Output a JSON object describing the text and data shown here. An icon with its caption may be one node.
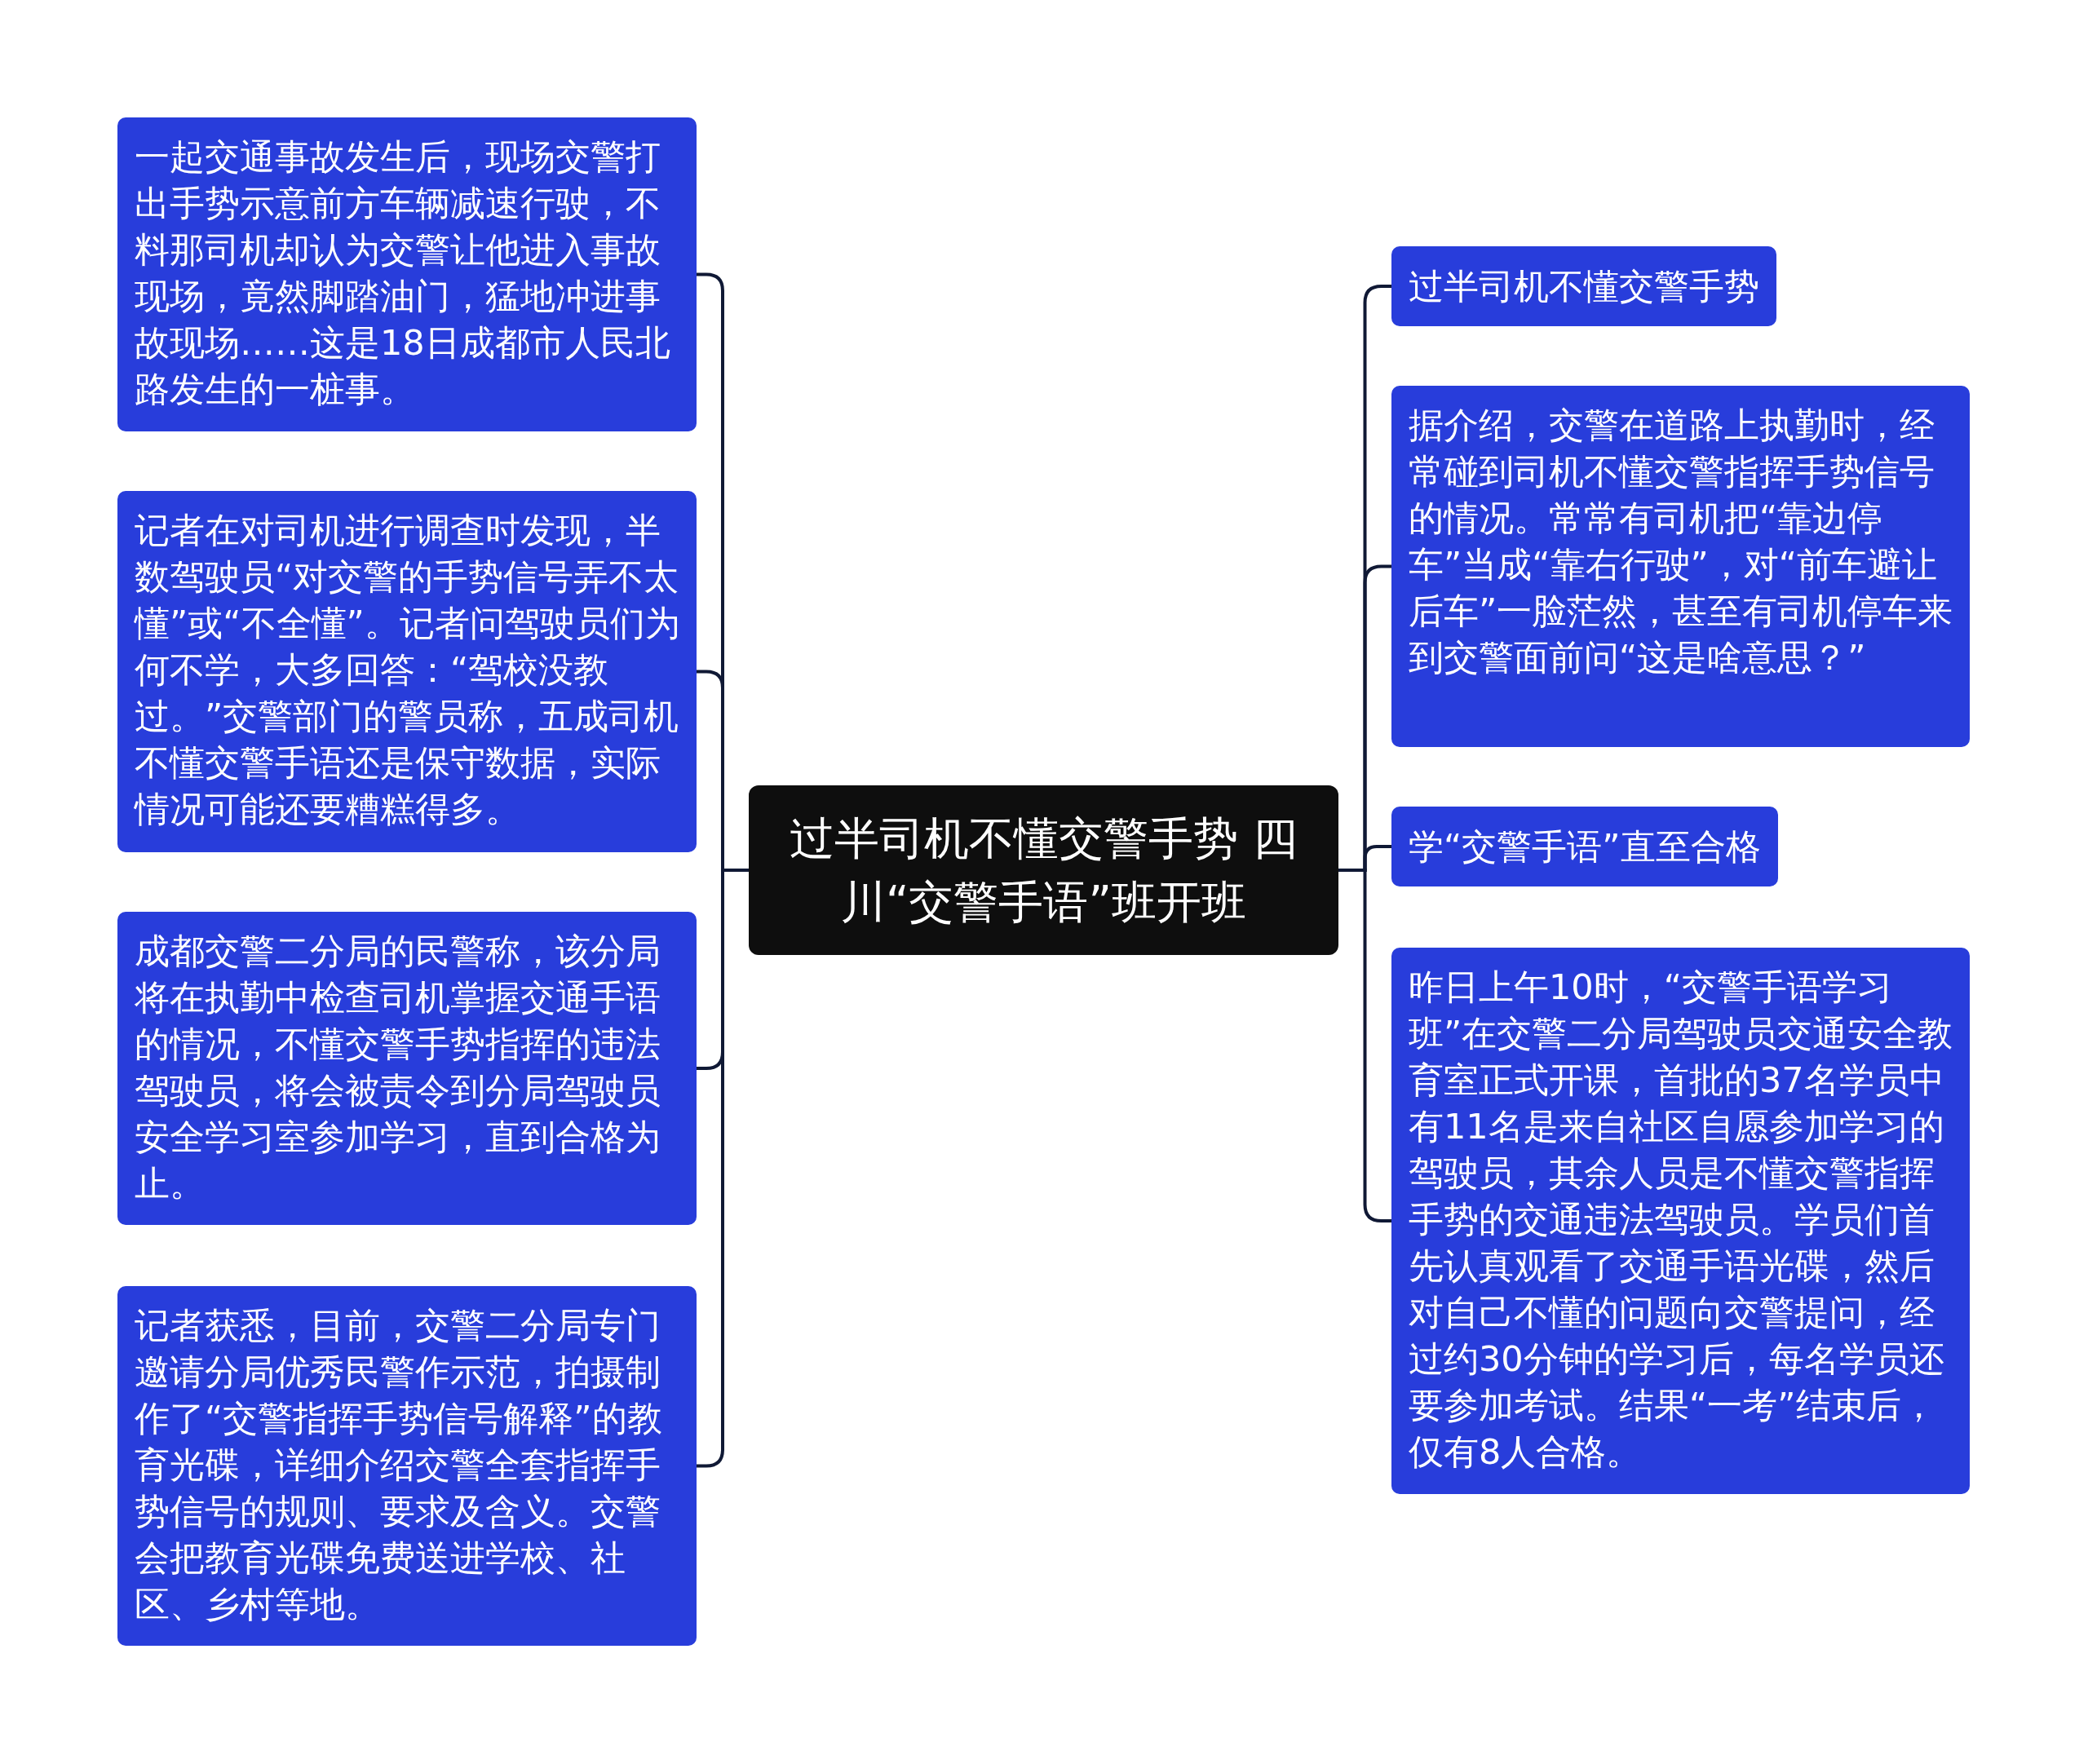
{
  "diagram": {
    "nodes": [
      {
        "text": [
          "过半司机不懂交警手势 四川“交警手语”班开班"
        ]
      },
      {
        "text": [
          "一起交通事故发生后，现场交警打出手势示意前方车辆减速行驶，不料那司机却认为交警让他进入事故现场，竟然脚踏油门，猛地冲进事故现场……这是18日成都市人民北路发生的一桩事。"
        ]
      },
      {
        "text": [
          "记者在对司机进行调查时发现，半数驾驶员“对交警的手势信号弄不太懂”或“不全懂”。记者问驾驶员们为何不学，大多回答：“驾校没教过。”交警部门的警员称，五成司机不懂交警手语还是保守数据，实际情况可能还要糟糕得多。"
        ]
      },
      {
        "text": [
          "成都交警二分局的民警称，该分局将在执勤中检查司机掌握交通手语的情况，不懂交警手势指挥的违法驾驶员，将会被责令到分局驾驶员安全学习室参加学习，直到合格为止。"
        ]
      },
      {
        "text": [
          "记者获悉，目前，交警二分局专门邀请分局优秀民警作示范，拍摄制作了“交警指挥手势信号解释”的教育光碟，详细介绍交警全套指挥手势信号的规则、要求及含义。交警会把教育光碟免费送进学校、社区、乡村等地。"
        ]
      },
      {
        "text": [
          "过半司机不懂交警手势"
        ]
      },
      {
        "text": [
          "据介绍，交警在道路上执勤时，经常碰到司机不懂交警指挥手势信号的情况。常常有司机把“靠边停车”当成“靠右行驶”，对“前车避让后车”一脸茫然，甚至有司机停车来到交警面前问“这是啥意思？”"
        ]
      },
      {
        "text": [
          "学“交警手语”直至合格"
        ]
      },
      {
        "text": [
          "昨日上午10时，“交警手语学习班”在交警二分局驾驶员交通安全教育室正式开课，首批的37名学员中有11名是来自社区自愿参加学习的驾驶员，其余人员是不懂交警指挥手势的交通违法驾驶员。学员们首先认真观看了交通手语光碟，然后对自己不懂的问题向交警提问，经过约30分钟的学习后，每名学员还要参加考试。结果“一考”结束后，仅有8人合格。"
        ]
      }
    ],
    "edges": [
      {
        "from": 0,
        "to": 1,
        "arrow": "none"
      },
      {
        "from": 0,
        "to": 2,
        "arrow": "none"
      },
      {
        "from": 0,
        "to": 3,
        "arrow": "none"
      },
      {
        "from": 0,
        "to": 4,
        "arrow": "none"
      },
      {
        "from": 0,
        "to": 5,
        "arrow": "none"
      },
      {
        "from": 0,
        "to": 6,
        "arrow": "none"
      },
      {
        "from": 0,
        "to": 7,
        "arrow": "none"
      },
      {
        "from": 0,
        "to": 8,
        "arrow": "none"
      }
    ]
  }
}
